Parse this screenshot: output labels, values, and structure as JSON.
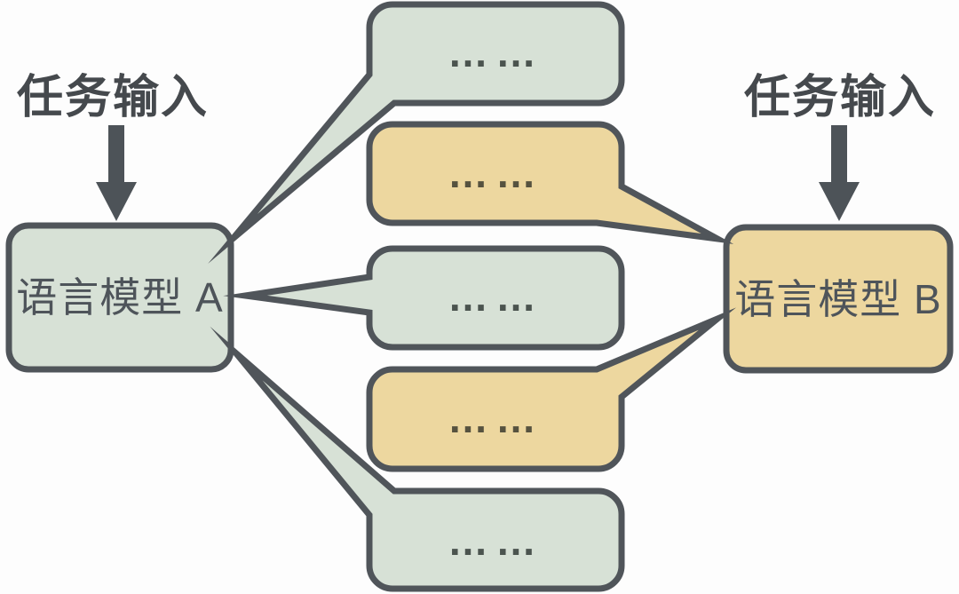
{
  "diagram": {
    "title_semantics": "two language models exchanging dialogue turns",
    "left": {
      "task_input_label": "任务输入",
      "model_name": "语言模型 A"
    },
    "right": {
      "task_input_label": "任务输入",
      "model_name": "语言模型 B"
    },
    "bubbles": [
      {
        "text": "……",
        "style": "green",
        "from_model": "A"
      },
      {
        "text": "……",
        "style": "yellow",
        "from_model": "B"
      },
      {
        "text": "……",
        "style": "green",
        "from_model": "A"
      },
      {
        "text": "……",
        "style": "yellow",
        "from_model": "B"
      },
      {
        "text": "……",
        "style": "green",
        "from_model": "A"
      }
    ],
    "colors": {
      "outline": "#50555a",
      "arrow": "#4d5358",
      "model_a_fill": "#d7e1d6",
      "model_b_fill": "#edd79f",
      "label_text": "#45494d",
      "model_text": "#4e545a"
    }
  }
}
